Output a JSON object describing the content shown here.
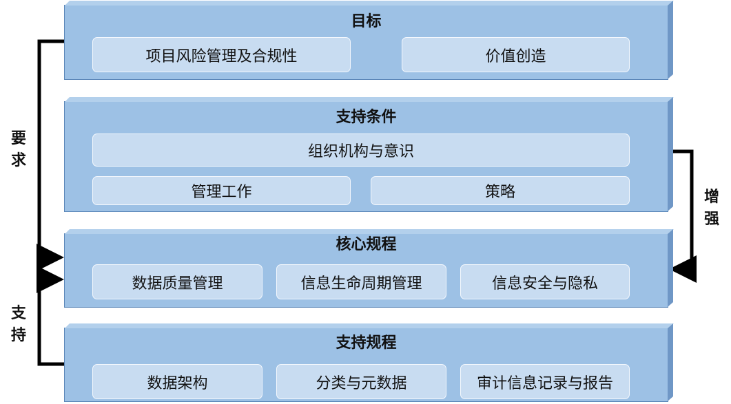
{
  "layers": {
    "goals": {
      "title": "目标",
      "items": [
        "项目风险管理及合规性",
        "价值创造"
      ]
    },
    "support_conditions": {
      "title": "支持条件",
      "items": [
        "组织机构与意识",
        "管理工作",
        "策略"
      ]
    },
    "core_rules": {
      "title": "核心规程",
      "items": [
        "数据质量管理",
        "信息生命周期管理",
        "信息安全与隐私"
      ]
    },
    "support_rules": {
      "title": "支持规程",
      "items": [
        "数据架构",
        "分类与元数据",
        "审计信息记录与报告"
      ]
    }
  },
  "connectors": {
    "require": {
      "label": "要\n求"
    },
    "enhance": {
      "label": "增\n强"
    },
    "support": {
      "label": "支\n持"
    }
  },
  "colors": {
    "layer_fill": "#9dc1e5",
    "box_fill": "#c8dcf1",
    "arrow": "#000000"
  }
}
